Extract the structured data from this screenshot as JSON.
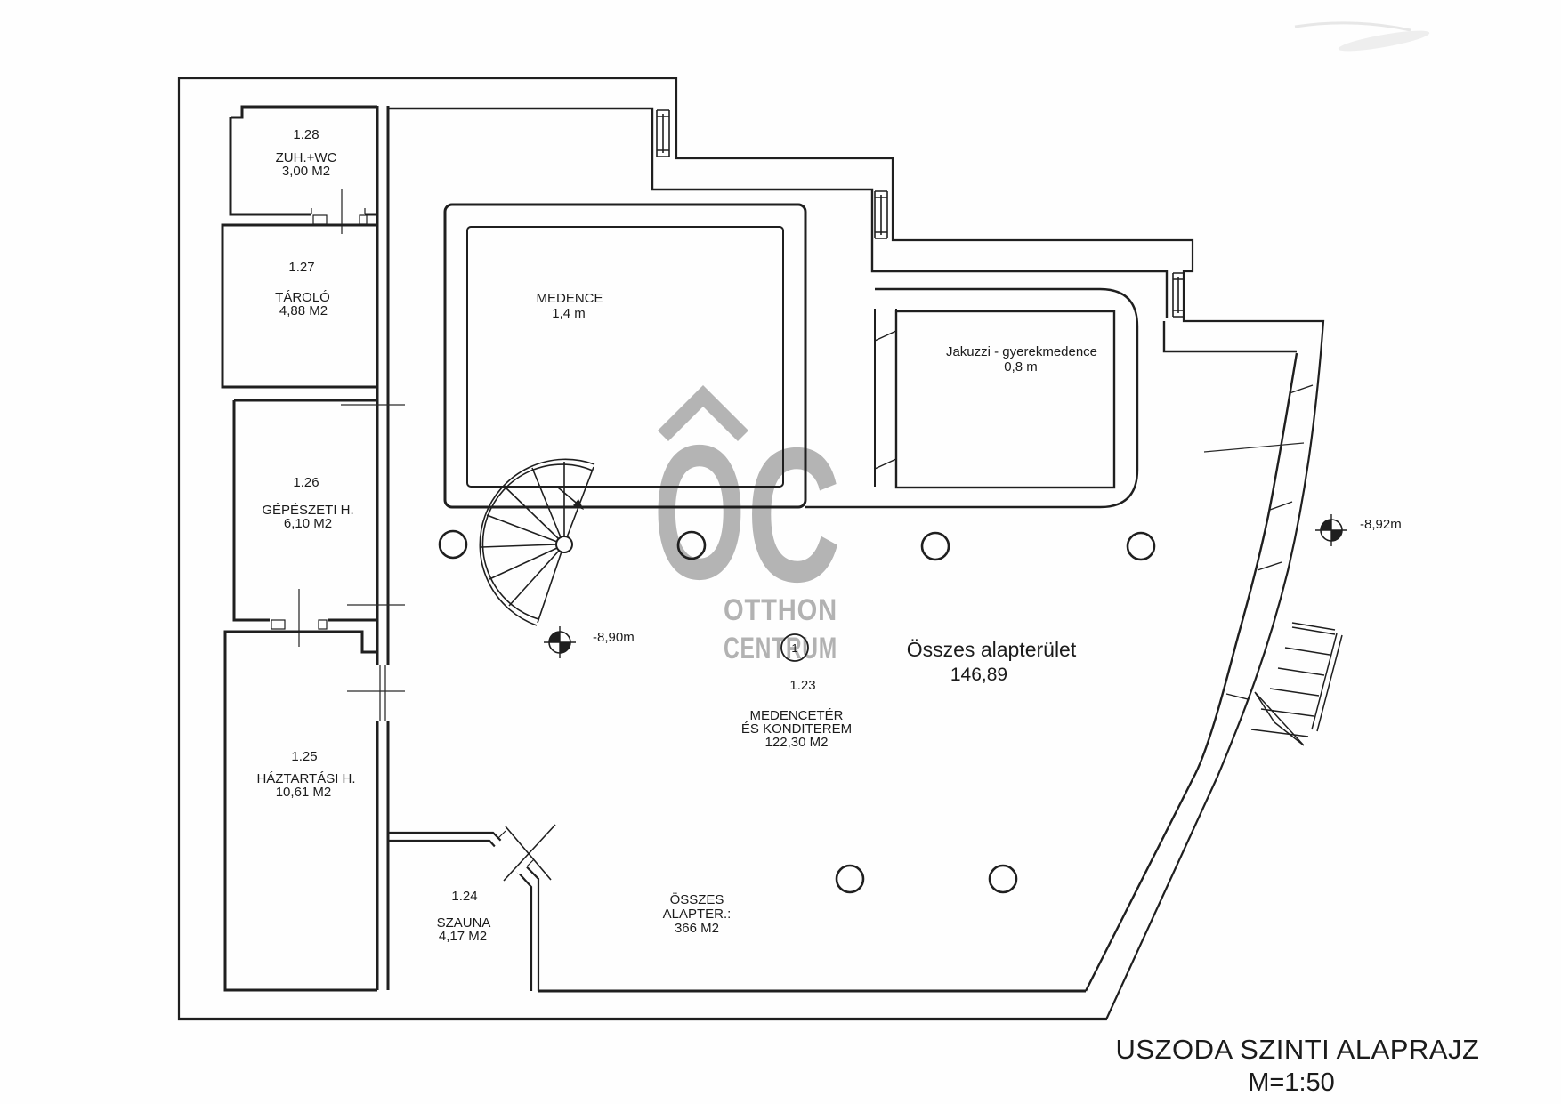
{
  "document": {
    "title": "USZODA SZINTI ALAPRAJZ",
    "scale": "M=1:50"
  },
  "watermark": {
    "logo_o": "O",
    "logo_c": "C",
    "name_line1": "OTTHON",
    "name_line2": "CENTRUM",
    "color": "#b4b4b4"
  },
  "rooms": [
    {
      "number": "1.28",
      "name": "ZUH.+WC",
      "area": "3,00 M2"
    },
    {
      "number": "1.27",
      "name": "TÁROLÓ",
      "area": "4,88 M2"
    },
    {
      "number": "1.26",
      "name": "GÉPÉSZETI H.",
      "area": "6,10 M2"
    },
    {
      "number": "1.25",
      "name": "HÁZTARTÁSI H.",
      "area": "10,61 M2"
    },
    {
      "number": "1.24",
      "name": "SZAUNA",
      "area": "4,17 M2"
    },
    {
      "number": "1.23",
      "name_line1": "MEDENCETÉR",
      "name_line2": "ÉS KONDITEREM",
      "area": "122,30 M2"
    }
  ],
  "pool": {
    "name": "MEDENCE",
    "depth": "1,4 m"
  },
  "jacuzzi": {
    "name": "Jakuzzi - gyerekmedence",
    "depth": "0,8 m"
  },
  "totals": {
    "floor_area_label": "Összes alapterület",
    "floor_area_value": "146,89",
    "overall_line1": "ÖSSZES",
    "overall_line2": "ALAPTER.:",
    "overall_line3": "366 M2"
  },
  "elevations": {
    "pool_level": "-8,90m",
    "terrace_level": "-8,92m"
  },
  "markers": {
    "stair_number": "1"
  }
}
